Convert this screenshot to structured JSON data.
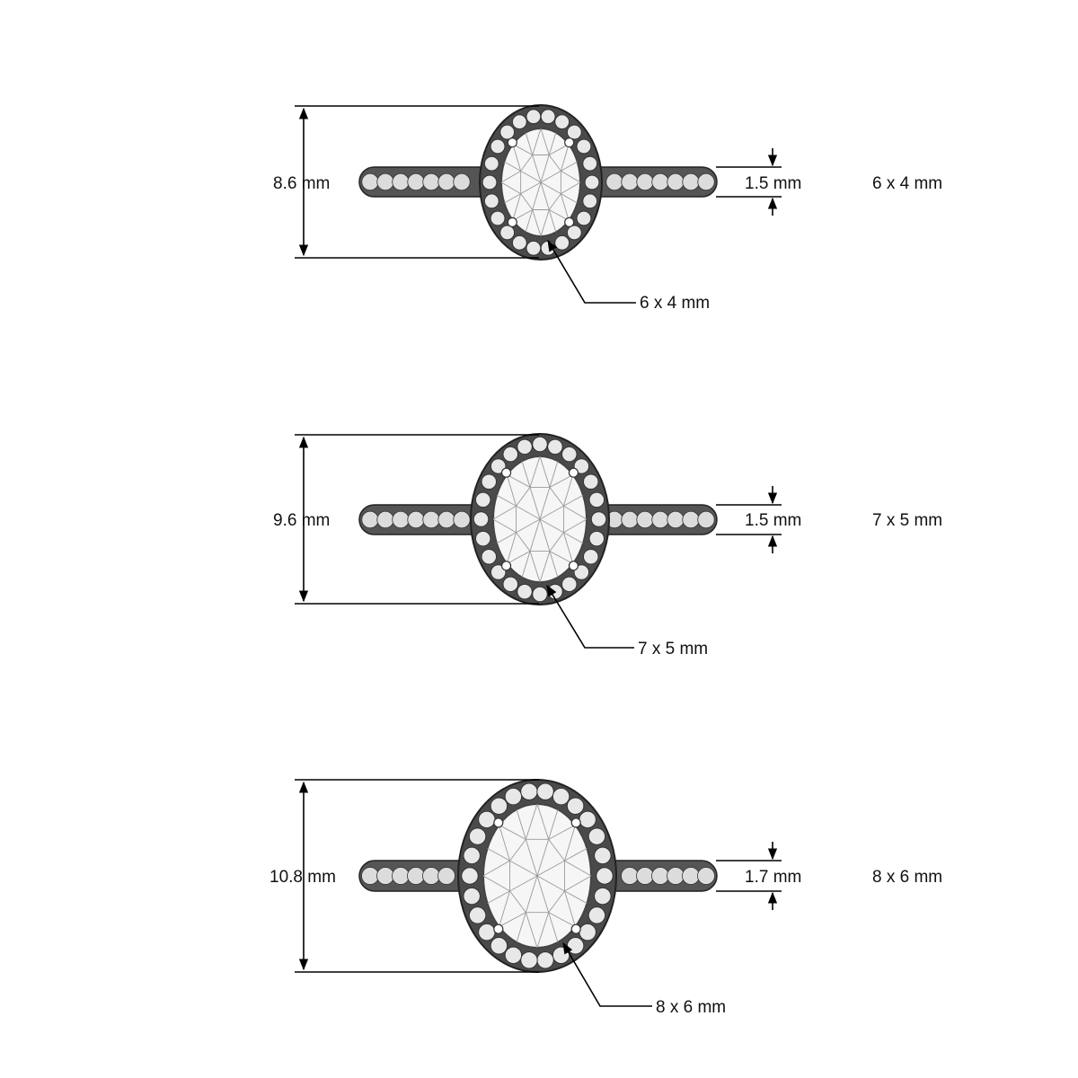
{
  "rings": [
    {
      "height_label": "8.6 mm",
      "band_width_label": "1.5 mm",
      "stone_size_right": "6 x 4 mm",
      "stone_callout": "6 x 4 mm"
    },
    {
      "height_label": "9.6 mm",
      "band_width_label": "1.5 mm",
      "stone_size_right": "7 x 5 mm",
      "stone_callout": "7 x 5 mm"
    },
    {
      "height_label": "10.8 mm",
      "band_width_label": "1.7 mm",
      "stone_size_right": "8 x 6 mm",
      "stone_callout": "8 x 6 mm"
    }
  ]
}
